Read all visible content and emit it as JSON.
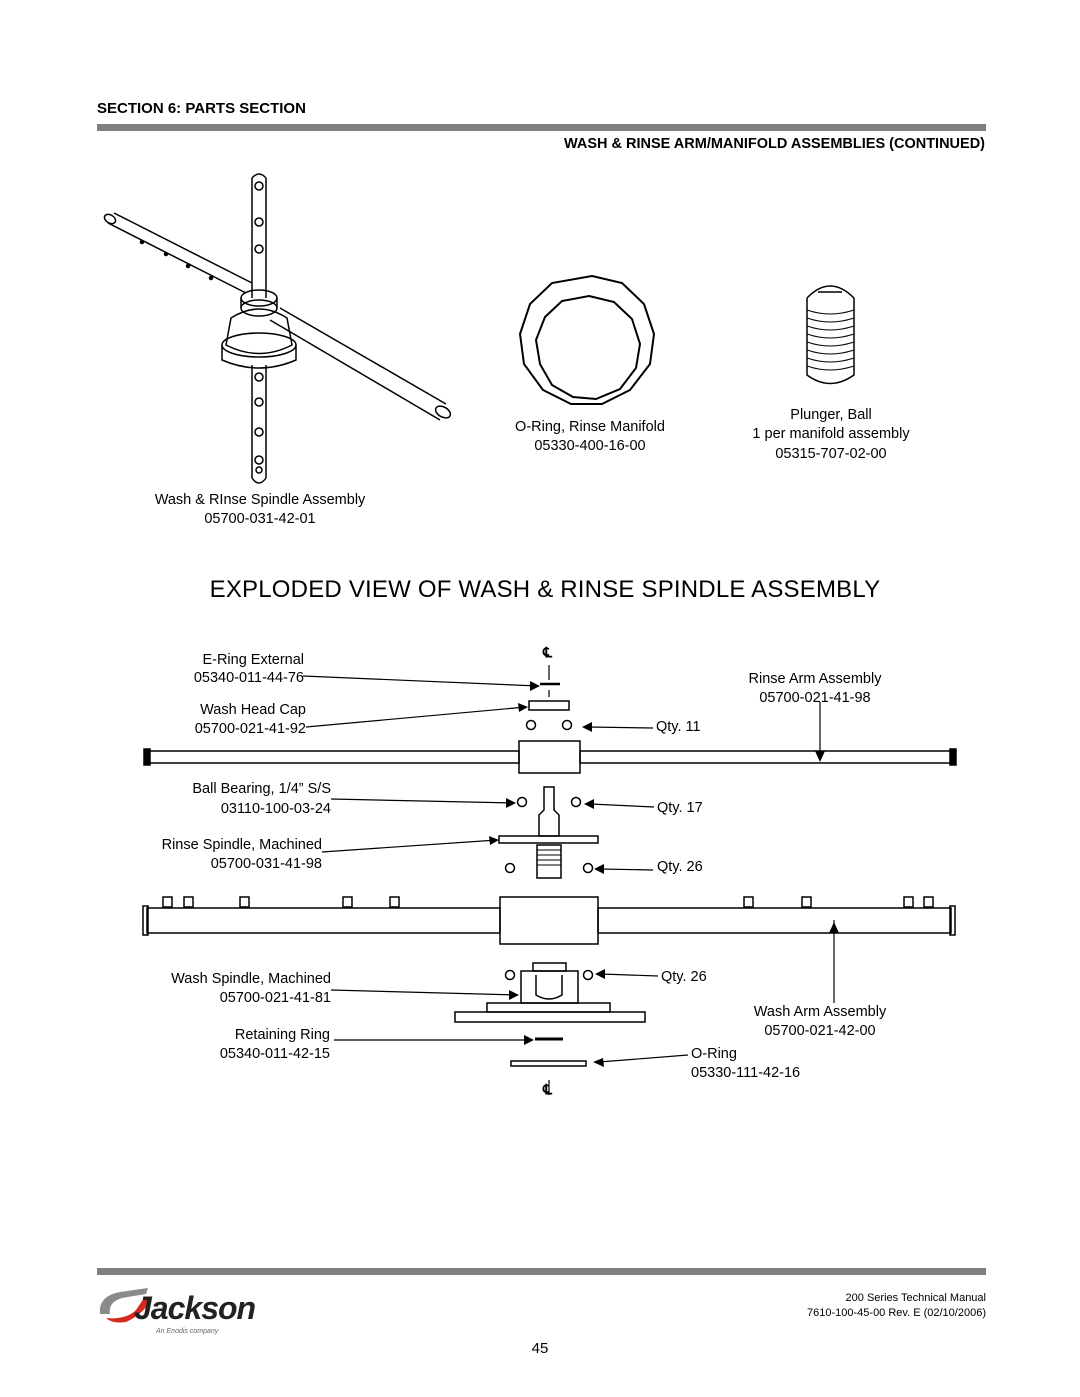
{
  "header": {
    "section": "SECTION 6: PARTS SECTION",
    "subsection": "WASH & RINSE ARM/MANIFOLD ASSEMBLIES (CONTINUED)"
  },
  "parts_top": [
    {
      "name": "Wash & RInse Spindle Assembly",
      "part": "05700-031-42-01"
    },
    {
      "name": "O-Ring, Rinse Manifold",
      "part": "05330-400-16-00"
    },
    {
      "name": "Plunger, Ball",
      "note": "1 per manifold assembly",
      "part": "05315-707-02-00"
    }
  ],
  "exploded": {
    "title": "EXPLODED VIEW OF WASH & RINSE SPINDLE ASSEMBLY",
    "centerline_symbol": "℄",
    "callouts": {
      "e_ring": {
        "name": "E-Ring External",
        "part": "05340-011-44-76"
      },
      "wash_head_cap": {
        "name": "Wash Head Cap",
        "part": "05700-021-41-92"
      },
      "ball_bearing": {
        "name": "Ball Bearing, 1/4” S/S",
        "part": "03110-100-03-24"
      },
      "rinse_spindle": {
        "name": "Rinse Spindle, Machined",
        "part": "05700-031-41-98"
      },
      "wash_spindle": {
        "name": "Wash Spindle, Machined",
        "part": "05700-021-41-81"
      },
      "retaining_ring": {
        "name": "Retaining Ring",
        "part": "05340-011-42-15"
      },
      "rinse_arm": {
        "name": "Rinse Arm Assembly",
        "part": "05700-021-41-98"
      },
      "wash_arm": {
        "name": "Wash Arm Assembly",
        "part": "05700-021-42-00"
      },
      "o_ring": {
        "name": "O-Ring",
        "part": "05330-111-42-16"
      }
    },
    "quantities": [
      "Qty. 11",
      "Qty. 17",
      "Qty. 26",
      "Qty. 26"
    ]
  },
  "footer": {
    "logo_text": "Jackson",
    "logo_tagline": "An Enodis company",
    "manual": "200 Series Technical Manual",
    "doc_number": "7610-100-45-00 Rev. E (02/10/2006)",
    "page_number": "45"
  }
}
